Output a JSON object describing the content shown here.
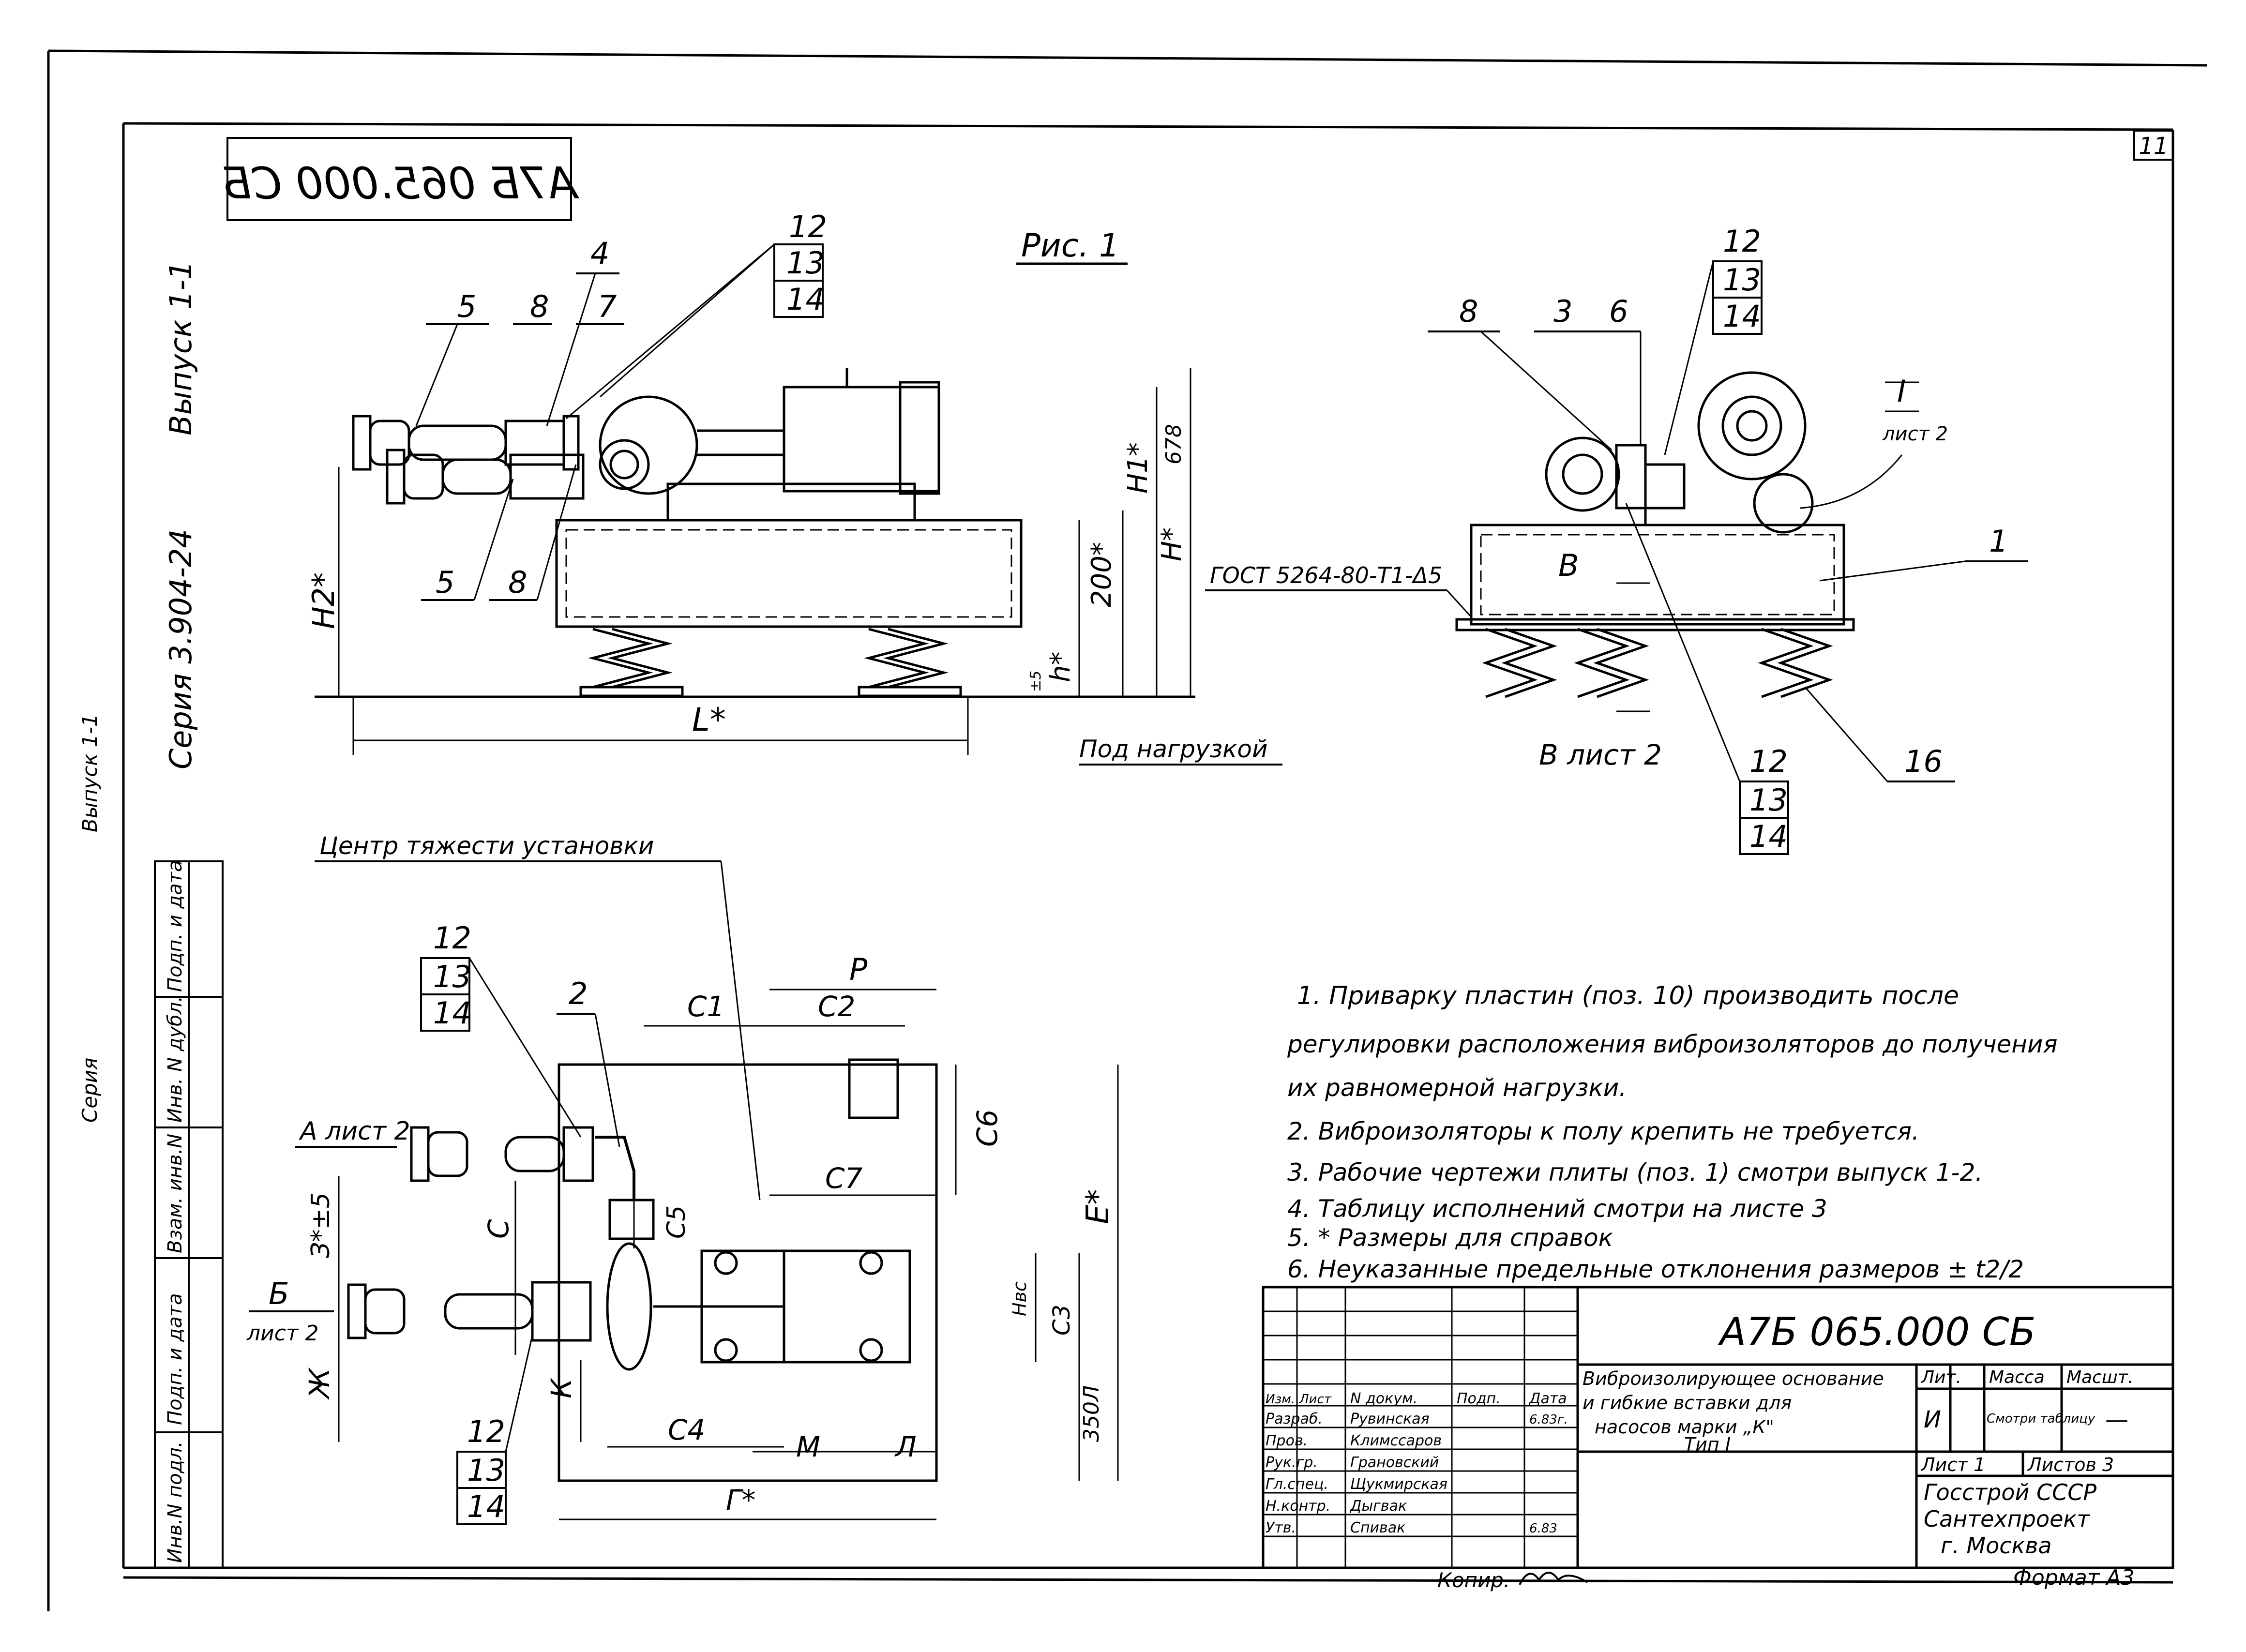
{
  "sheet": {
    "number": "11",
    "doc_code_mirrored": "А7Б 065.000 СБ",
    "series": "Серия 3.904-24",
    "issue": "Выпуск 1-1",
    "side_series": "Серия",
    "side_issue": "Выпуск 1-1",
    "figure_title": "Рис. 1",
    "copier": "Копир.",
    "format": "Формат А3"
  },
  "left_stamp": [
    "Инв.N подл.",
    "Подп. и дата",
    "Взам. инв.N",
    "Инв. N дубл.",
    "Подп. и дата"
  ],
  "top_view": {
    "labels": [
      "5",
      "8",
      "4",
      "7",
      "5",
      "8",
      "12",
      "13",
      "14"
    ],
    "dims": {
      "H2": "Н2*",
      "H1": "Н1*",
      "H": "Н*",
      "h": "h*",
      "h_tol": "±5",
      "d200": "200*",
      "d678": "678",
      "L": "L*"
    },
    "under_load": "Под нагрузкой"
  },
  "side_view": {
    "labels": [
      "8",
      "3",
      "6",
      "12",
      "13",
      "14",
      "1",
      "12",
      "13",
      "14",
      "16"
    ],
    "section_I": "I",
    "sheet_ref": "лист 2",
    "section_B": "В",
    "section_B_ref": "В лист 2",
    "weld_note": "ГОСТ 5264-80-Т1-Δ5"
  },
  "plan_view": {
    "cg_label": "Центр тяжести установки",
    "labels_top": [
      "12",
      "13",
      "14",
      "2"
    ],
    "labels_bottom": [
      "12",
      "13",
      "14"
    ],
    "ref_A": "А лист 2",
    "ref_B1": "Б",
    "ref_B2": "лист 2",
    "dims": {
      "P": "Р",
      "C1": "С1",
      "C2": "С2",
      "C7": "С7",
      "C6": "С6",
      "C5": "С5",
      "C": "С",
      "Z": "З*±5",
      "E": "Е*",
      "Zh": "Ж",
      "K": "К",
      "C4": "С4",
      "M": "М",
      "L": "Л",
      "G": "Г*",
      "Hvs": "Нвс",
      "C3": "С3",
      "d350": "350Л"
    }
  },
  "notes": [
    "1. Приварку пластин (поз. 10) производить после",
    "регулировки расположения виброизоляторов до получения",
    "их равномерной нагрузки.",
    "2. Виброизоляторы к полу крепить не требуется.",
    "3. Рабочие чертежи плиты (поз. 1) смотри выпуск 1-2.",
    "4. Таблицу исполнений смотри на листе 3",
    "5. * Размеры для справок",
    "6. Неуказанные предельные отклонения размеров ± t2/2"
  ],
  "title_block": {
    "designation": "А7Б 065.000 СБ",
    "name": [
      "Виброизолирующее основание",
      "и гибкие вставки для",
      "насосов марки „К\"",
      "Тип I"
    ],
    "header": [
      "Изм.",
      "Лист",
      "N докум.",
      "Подп.",
      "Дата"
    ],
    "roles": [
      {
        "role": "Разраб.",
        "name": "Рувинская",
        "date": "6.83г."
      },
      {
        "role": "Пров.",
        "name": "Климссаров",
        "date": ""
      },
      {
        "role": "Рук.гр.",
        "name": "Грановский",
        "date": ""
      },
      {
        "role": "Гл.спец.",
        "name": "Щукмирская",
        "date": ""
      },
      {
        "role": "Н.контр.",
        "name": "Дыгвак",
        "date": ""
      },
      {
        "role": "Утв.",
        "name": "Спивак",
        "date": "6.83"
      }
    ],
    "lit_header": "Лит.",
    "mass_header": "Масса",
    "scale_header": "Масшт.",
    "lit_value": "И",
    "mass_value": "Смотри таблицу",
    "scale_value": "—",
    "sheet_label": "Лист 1",
    "sheets_label": "Листов 3",
    "org": [
      "Госстрой СССР",
      "Сантехпроект",
      "г. Москва"
    ]
  }
}
